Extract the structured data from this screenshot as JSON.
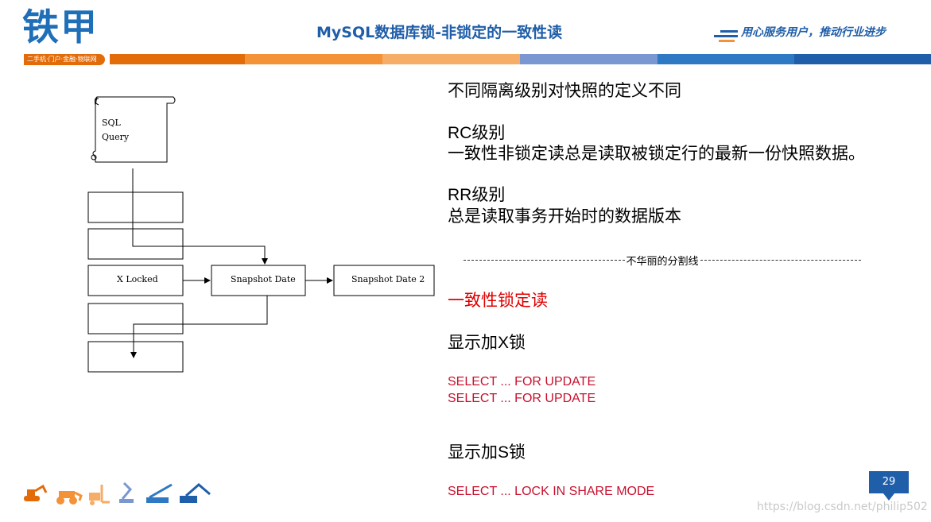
{
  "header": {
    "logo_text": "铁甲",
    "logo_tagline": "二手机·门户·金融·物联网",
    "title": "MySQL数据库锁-非锁定的一致性读",
    "slogan": "用心服务用户，推动行业进步",
    "stripe_colors": [
      "#e36c0a",
      "#f39237",
      "#f6ad68",
      "#7a97d1",
      "#2f78c4",
      "#1f5ea8"
    ]
  },
  "diagram": {
    "scroll_label_1": "SQL",
    "scroll_label_2": "Query",
    "x_locked": "X Locked",
    "snapshot_1": "Snapshot Date",
    "snapshot_2": "Snapshot Date 2"
  },
  "content": {
    "line1": "不同隔离级别对快照的定义不同",
    "rc_title": "RC级别",
    "rc_desc": "一致性非锁定读总是读取被锁定行的最新一份快照数据。",
    "rr_title": "RR级别",
    "rr_desc": "总是读取事务开始时的数据版本",
    "divider_label": "不华丽的分割线",
    "locking_title": "一致性锁定读",
    "x_lock_title": "显示加X锁",
    "x_code_1": "SELECT ... FOR UPDATE",
    "x_code_2": "SELECT ... FOR UPDATE",
    "s_lock_title": "显示加S锁",
    "s_code_1": "SELECT ... LOCK IN SHARE MODE"
  },
  "footer": {
    "page_number": "29",
    "watermark": "https://blog.csdn.net/philip502",
    "icons": [
      "excavator-icon",
      "loader-icon",
      "forklift-icon",
      "aerial-platform-icon",
      "crane-icon",
      "concrete-pump-icon"
    ]
  }
}
